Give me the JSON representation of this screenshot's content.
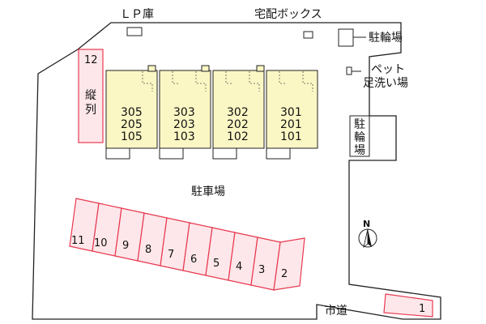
{
  "labels": {
    "lp_storage": "ＬＰ庫",
    "delivery_box": "宅配ボックス",
    "bicycle_parking_top": "駐輪場",
    "pet_wash": [
      "ペット",
      "足洗い場"
    ],
    "bicycle_parking_side": [
      "駐",
      "輪",
      "場"
    ],
    "parking_lot": "駐車場",
    "city_road": "市道",
    "north": "N"
  },
  "units": [
    {
      "column": 1,
      "rooms": [
        "305",
        "205",
        "105"
      ]
    },
    {
      "column": 2,
      "rooms": [
        "303",
        "203",
        "103"
      ]
    },
    {
      "column": 3,
      "rooms": [
        "302",
        "202",
        "102"
      ]
    },
    {
      "column": 4,
      "rooms": [
        "301",
        "201",
        "101"
      ]
    }
  ],
  "parking_spaces": {
    "row": [
      "11",
      "10",
      "9",
      "8",
      "7",
      "6",
      "5",
      "4",
      "3",
      "2"
    ],
    "single": "1",
    "tandem": {
      "number": "12",
      "label": [
        "縦",
        "列"
      ]
    }
  },
  "colors": {
    "building_fill": "#fbf7c4",
    "parking_stroke": "#e8384f",
    "parking_fill": "#fde7ea",
    "outline": "#222222"
  }
}
